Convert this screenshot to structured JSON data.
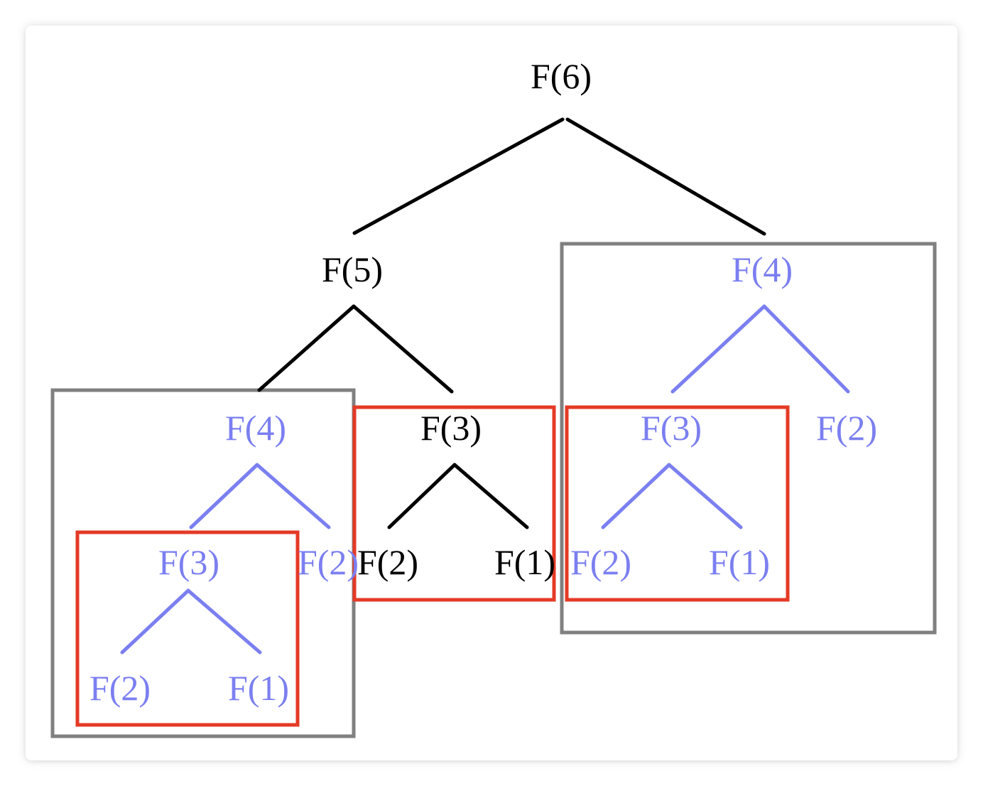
{
  "colors": {
    "original_calls": "#000000",
    "repeated_calls": "#7b7ff0",
    "repeated_subtree_box": "#808080",
    "repeated_f3_box": "#e43a26"
  },
  "nodes": {
    "root": "F(6)",
    "n5": "F(5)",
    "n4_right": "F(4)",
    "n4_left": "F(4)",
    "n3_mid": "F(3)",
    "n3_right": "F(3)",
    "n2_right": "F(2)",
    "n3_left": "F(3)",
    "n2_left": "F(2)",
    "n2_mid": "F(2)",
    "n1_mid": "F(1)",
    "n2_rr": "F(2)",
    "n1_rr": "F(1)",
    "n2_ll": "F(2)",
    "n1_ll": "F(1)"
  }
}
